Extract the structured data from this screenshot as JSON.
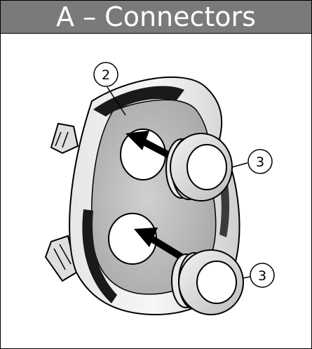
{
  "header": {
    "title": "A – Connectors"
  },
  "callouts": [
    {
      "label": "2",
      "target": "mask-shell"
    },
    {
      "label": "3",
      "target": "upper-connector"
    },
    {
      "label": "3",
      "target": "lower-connector"
    }
  ]
}
